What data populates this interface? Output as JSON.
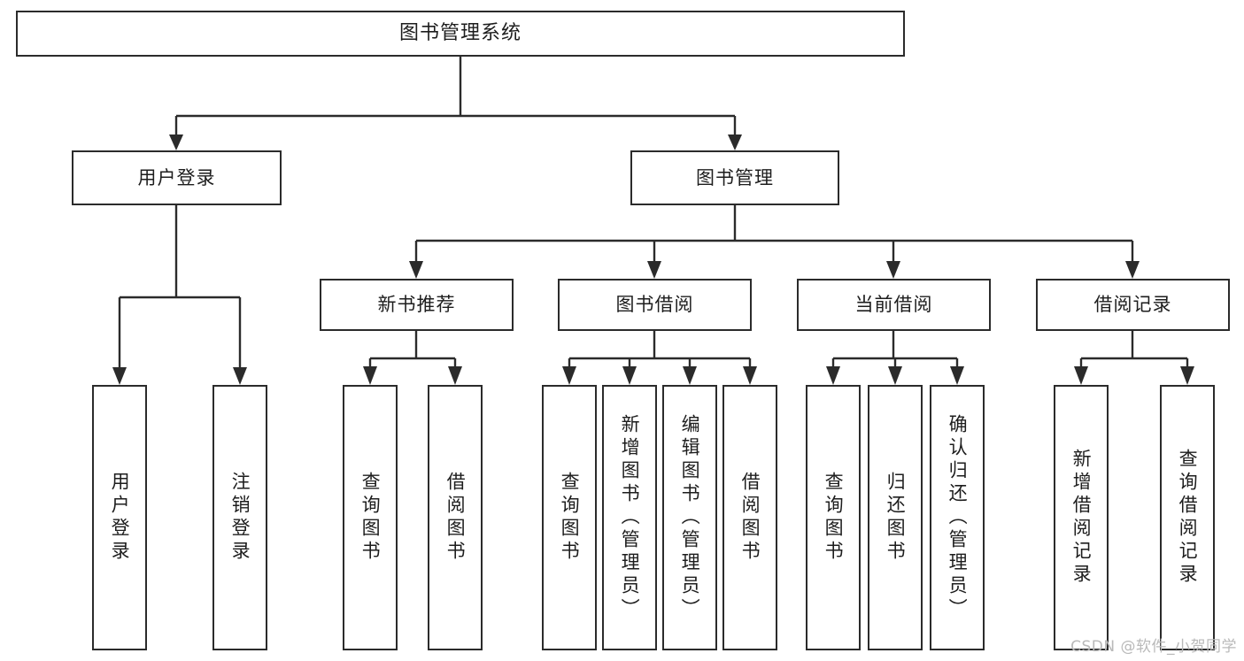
{
  "diagram": {
    "type": "tree-hierarchy",
    "title": "图书管理系统",
    "orientation": "top-down",
    "colors": {
      "stroke": "#2b2b2b",
      "fill": "#ffffff",
      "text": "#1d1d1d",
      "watermark": "#b9b9b9"
    },
    "levels": 4
  },
  "nodes": {
    "root": {
      "label": "图书管理系统"
    },
    "level2": [
      {
        "id": "user-login",
        "label": "用户登录"
      },
      {
        "id": "book-manage",
        "label": "图书管理"
      }
    ],
    "level3": [
      {
        "id": "new-book-recommend",
        "label": "新书推荐"
      },
      {
        "id": "book-borrow",
        "label": "图书借阅"
      },
      {
        "id": "current-borrow",
        "label": "当前借阅"
      },
      {
        "id": "borrow-record",
        "label": "借阅记录"
      }
    ],
    "leaves": [
      {
        "id": "leaf-user-login",
        "label": "用户登录",
        "parent": "user-login"
      },
      {
        "id": "leaf-user-logout",
        "label": "注销登录",
        "parent": "user-login"
      },
      {
        "id": "leaf-query-book-1",
        "label": "查询图书",
        "parent": "new-book-recommend"
      },
      {
        "id": "leaf-borrow-book-1",
        "label": "借阅图书",
        "parent": "new-book-recommend"
      },
      {
        "id": "leaf-query-book-2",
        "label": "查询图书",
        "parent": "book-borrow"
      },
      {
        "id": "leaf-add-book",
        "label": "新增图书（管理员）",
        "parent": "book-borrow"
      },
      {
        "id": "leaf-edit-book",
        "label": "编辑图书（管理员）",
        "parent": "book-borrow"
      },
      {
        "id": "leaf-borrow-book-2",
        "label": "借阅图书",
        "parent": "book-borrow"
      },
      {
        "id": "leaf-query-book-3",
        "label": "查询图书",
        "parent": "current-borrow"
      },
      {
        "id": "leaf-return-book",
        "label": "归还图书",
        "parent": "current-borrow"
      },
      {
        "id": "leaf-confirm-return",
        "label": "确认归还（管理员）",
        "parent": "current-borrow"
      },
      {
        "id": "leaf-add-record",
        "label": "新增借阅记录",
        "parent": "borrow-record"
      },
      {
        "id": "leaf-query-record",
        "label": "查询借阅记录",
        "parent": "borrow-record"
      }
    ]
  },
  "watermark": {
    "text": "CSDN @软件_小贺同学"
  }
}
